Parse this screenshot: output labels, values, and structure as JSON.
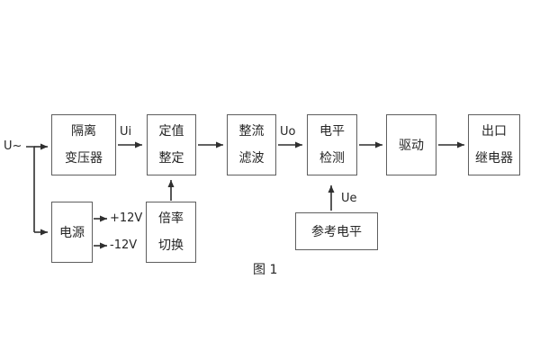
{
  "figure": {
    "caption": "图 1",
    "colors": {
      "background": "#ffffff",
      "box_border": "#5f5f5f",
      "line": "#2f2f2f",
      "text": "#262626"
    },
    "blocks": {
      "isolation_transformer": "隔离\n变压器",
      "setpoint_setting": "定值\n整定",
      "rectifier_filter": "整流\n滤波",
      "level_detection": "电平\n检测",
      "driver": "驱动",
      "output_relay": "出口\n继电器",
      "power_supply": "电源",
      "ratio_switching": "倍率\n切换",
      "reference_level": "参考电平"
    },
    "signals": {
      "input": "U~",
      "ui": "Ui",
      "uo": "Uo",
      "ue": "Ue",
      "plus_12v": "+12V",
      "minus_12v": "-12V"
    }
  }
}
